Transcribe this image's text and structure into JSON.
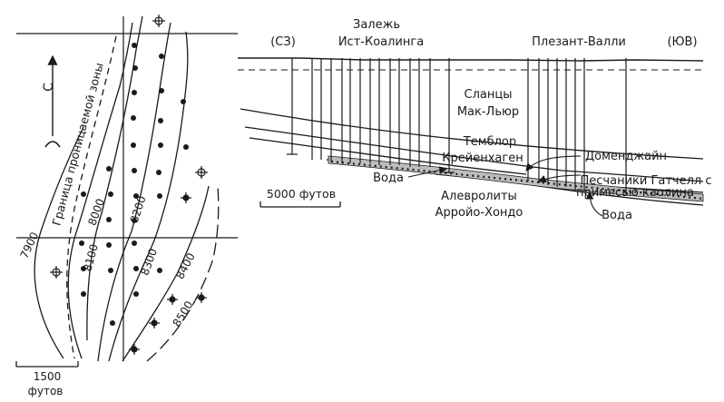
{
  "map": {
    "north_label": "С",
    "boundary_label": "Граница проницаемой зоны",
    "contours": [
      "7900",
      "8000",
      "8100",
      "8200",
      "8300",
      "8400",
      "8500"
    ],
    "scale_value": "1500",
    "scale_unit": "футов"
  },
  "section": {
    "nw_label": "(СЗ)",
    "se_label": "(ЮВ)",
    "field1_line1": "Залежь",
    "field1_line2": "Ист-Коалинга",
    "field2": "Плезант-Валли",
    "shale_line1": "Сланцы",
    "shale_line2": "Мак-Льюр",
    "temblor": "Темблор",
    "kreyenhagen": "Крейенхаген",
    "domengine": "Доменджайн",
    "gatchell_line1": "Песчаники Гатчелл с",
    "gatchell_line2": "примесью каолина",
    "water1": "Вода",
    "water2": "Вода",
    "siltstone_line1": "Алевролиты",
    "siltstone_line2": "Арройо-Хондо",
    "scale": "5000 футов"
  }
}
